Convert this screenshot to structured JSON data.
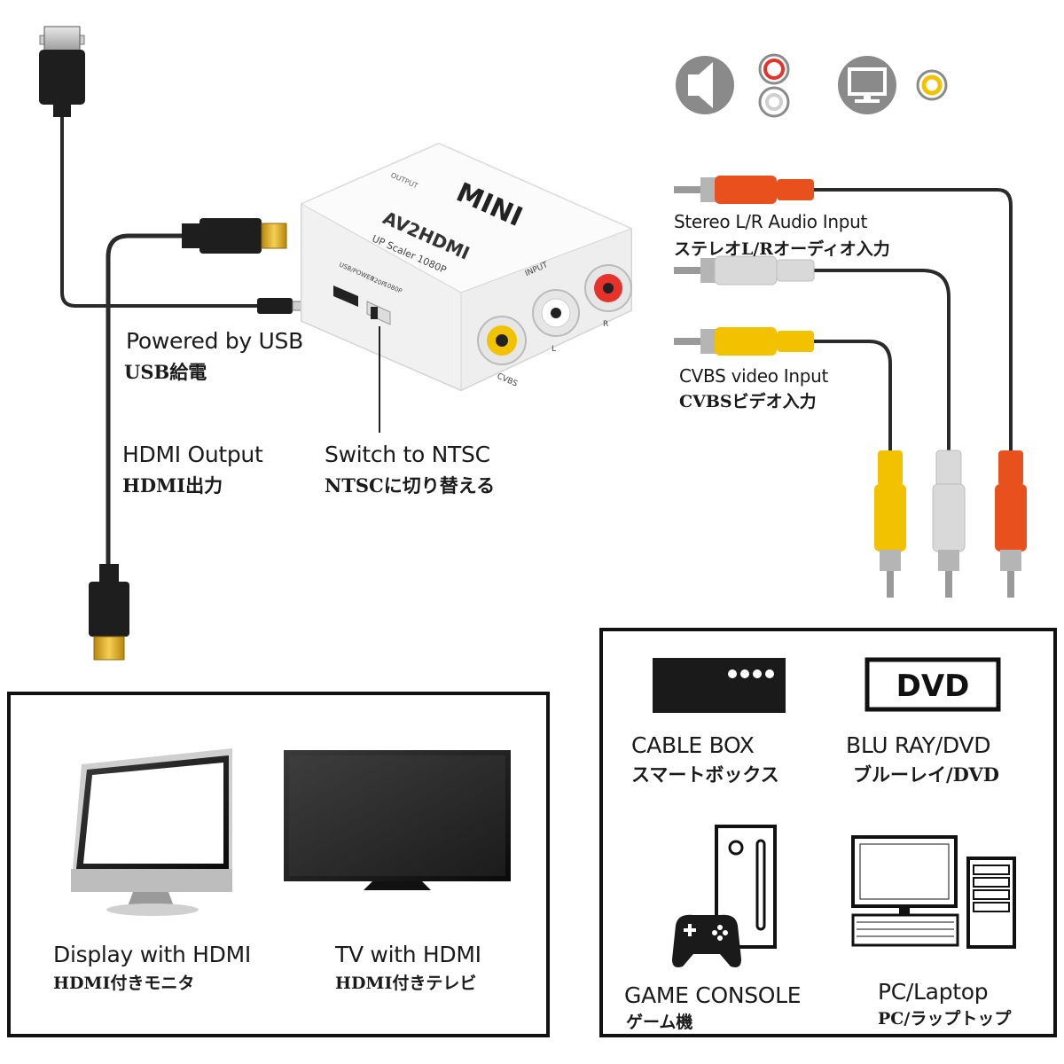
{
  "labels": {
    "usb_en": "Powered by USB",
    "usb_jp": "USB給電",
    "hdmi_out_en": "HDMI Output",
    "hdmi_out_jp": "HDMI出力",
    "ntsc_en": "Switch to NTSC",
    "ntsc_jp": "NTSCに切り替える",
    "audio_en": "Stereo L/R Audio Input",
    "audio_jp": "ステレオL/Rオーディオ入力",
    "video_en": "CVBS video Input",
    "video_jp": "CVBSビデオ入力"
  },
  "device": {
    "brand": "MINI",
    "model": "AV2HDMI",
    "subtitle": "UP Scaler 1080P",
    "input_label": "INPUT",
    "output_label": "OUTPUT",
    "power_label": "USB/POWER",
    "switch_720": "720P",
    "switch_1080": "1080P",
    "port_cvbs": "CVBS",
    "port_l": "L",
    "port_r": "R"
  },
  "outputs": [
    {
      "en": "Display with HDMI",
      "jp": "HDMI付きモニタ",
      "icon": "monitor-icon"
    },
    {
      "en": "TV with HDMI",
      "jp": "HDMI付きテレビ",
      "icon": "tv-icon"
    }
  ],
  "sources": {
    "cable_box_en": "CABLE BOX",
    "cable_box_jp": "スマートボックス",
    "dvd_icon_text": "DVD",
    "bluray_en": "BLU RAY/DVD",
    "bluray_jp": "ブルーレイ/DVD",
    "game_en": "GAME CONSOLE",
    "game_jp": "ゲーム機",
    "pc_en": "PC/Laptop",
    "pc_jp": "PC/ラップトップ"
  },
  "colors": {
    "rca_red": "#e8501e",
    "rca_white": "#d9d9d9",
    "rca_yellow": "#f2c200",
    "hdmi_gold": "#e3a81c",
    "cable": "#2a2a2a",
    "icon_gray": "#8a8a8a"
  }
}
